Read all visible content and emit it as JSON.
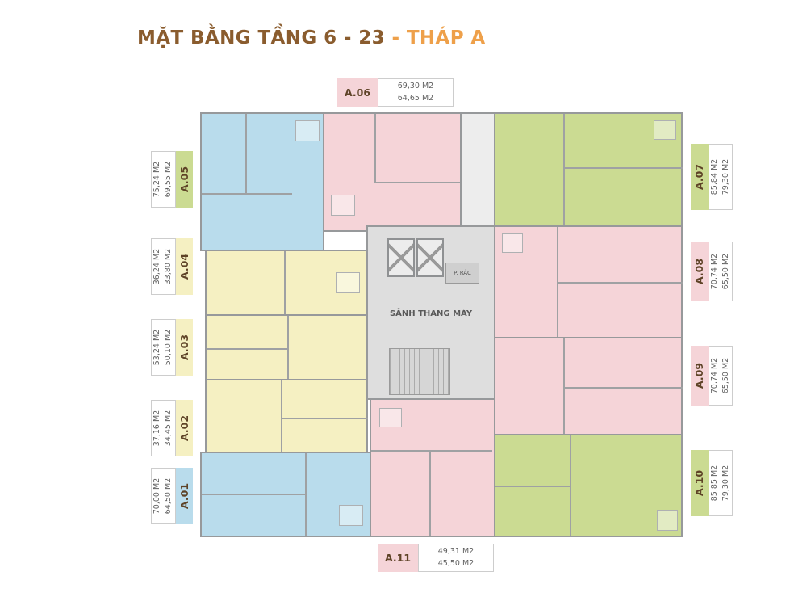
{
  "title": {
    "main": "MẶT BẰNG TẦNG 6 - 23",
    "suffix": "- THÁP A"
  },
  "plan": {
    "lobby": "SẢNH THANG MÁY",
    "trash": "P. RÁC"
  },
  "units": [
    {
      "id": "A.01",
      "area_gross": "70,00 M2",
      "area_net": "64,50 M2",
      "color": "blue"
    },
    {
      "id": "A.02",
      "area_gross": "37,16 M2",
      "area_net": "34,45 M2",
      "color": "yellow"
    },
    {
      "id": "A.03",
      "area_gross": "53,24 M2",
      "area_net": "50,10 M2",
      "color": "yellow"
    },
    {
      "id": "A.04",
      "area_gross": "36,24 M2",
      "area_net": "33,80 M2",
      "color": "yellow"
    },
    {
      "id": "A.05",
      "area_gross": "75,24 M2",
      "area_net": "69,55 M2",
      "color": "green"
    },
    {
      "id": "A.06",
      "area_gross": "69,30 M2",
      "area_net": "64,65 M2",
      "color": "pink"
    },
    {
      "id": "A.07",
      "area_gross": "85,84 M2",
      "area_net": "79,30 M2",
      "color": "green"
    },
    {
      "id": "A.08",
      "area_gross": "70,74 M2",
      "area_net": "65,50 M2",
      "color": "pink"
    },
    {
      "id": "A.09",
      "area_gross": "70,74 M2",
      "area_net": "65,50 M2",
      "color": "pink"
    },
    {
      "id": "A.10",
      "area_gross": "85,85 M2",
      "area_net": "79,30 M2",
      "color": "green"
    },
    {
      "id": "A.11",
      "area_gross": "49,31 M2",
      "area_net": "45,50 M2",
      "color": "pink"
    }
  ],
  "colors": {
    "blue": "#b9dcec",
    "pink": "#f5d4d8",
    "yellow": "#f5f0c2",
    "green": "#cbdb92",
    "core": "#dedede",
    "wall": "#97999b",
    "titleMain": "#8a5c2e",
    "titleAccent": "#eea04a"
  }
}
